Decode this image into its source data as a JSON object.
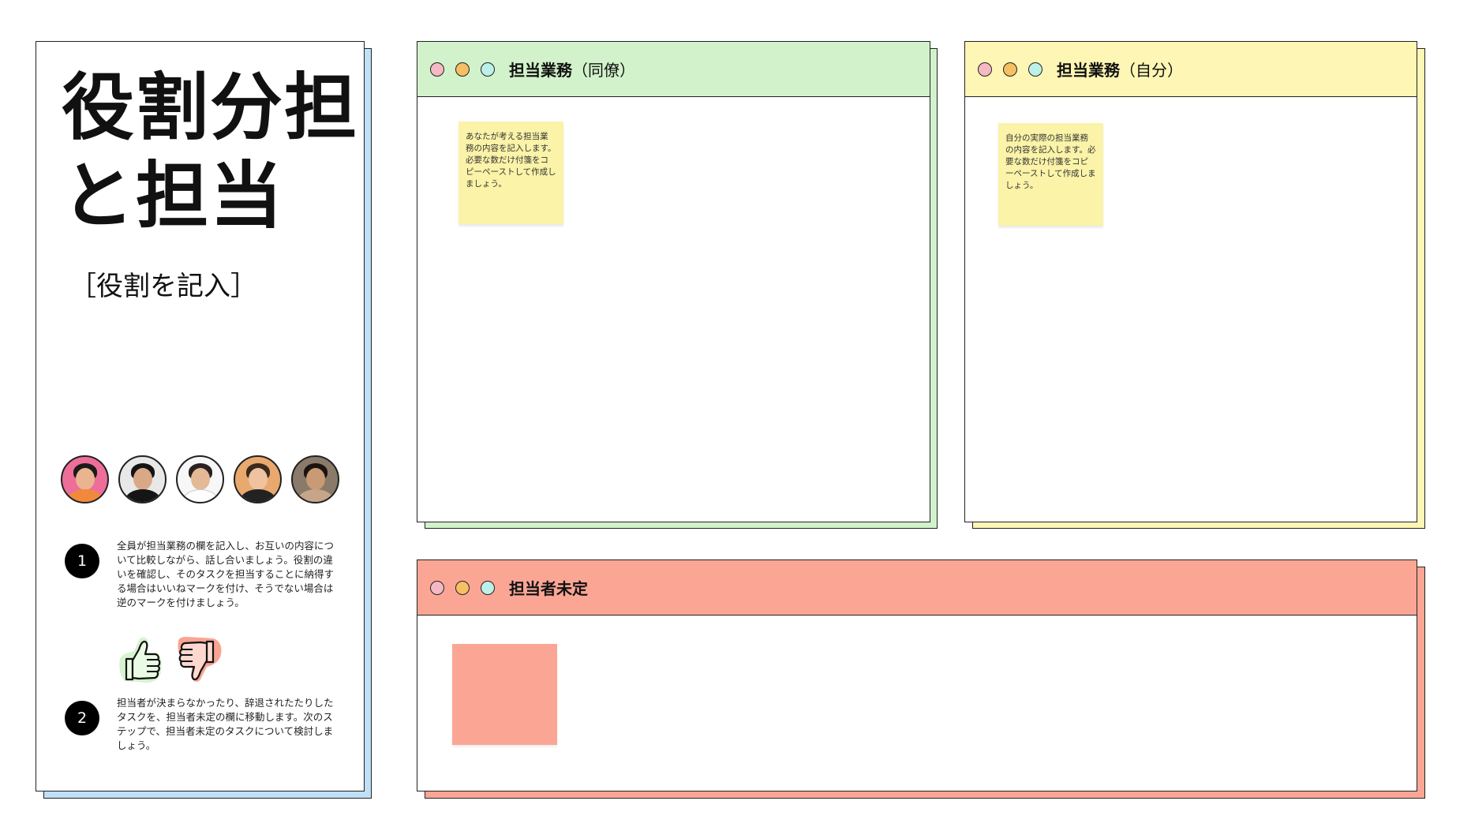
{
  "card": {
    "title_line1": "役割分担",
    "title_line2": "と担当",
    "role_placeholder": "［役割を記入］",
    "steps": [
      {
        "number": "1",
        "text": "全員が担当業務の欄を記入し、お互いの内容について比較しながら、話し合いましょう。役割の違いを確認し、そのタスクを担当することに納得する場合はいいねマークを付け、そうでない場合は逆のマークを付けましょう。"
      },
      {
        "number": "2",
        "text": "担当者が決まらなかったり、辞退されたたりしたタスクを、担当者未定の欄に移動します。次のステップで、担当者未定のタスクについて検討しましょう。"
      }
    ],
    "shadow_color": "#bfe0f7"
  },
  "panels": {
    "colleague": {
      "title": "担当業務",
      "subtitle": "（同僚）",
      "color": "#d2f2cb",
      "sticky_text": "あなたが考える担当業務の内容を記入します。必要な数だけ付箋をコピーペーストして作成しましょう。"
    },
    "self": {
      "title": "担当業務",
      "subtitle": "（自分）",
      "color": "#fdf6b4",
      "sticky_text": "自分の実際の担当業務の内容を記入します。必要な数だけ付箋をコピーペーストして作成しましょう。"
    },
    "unassigned": {
      "title": "担当者未定",
      "color": "#fba695"
    }
  },
  "icons": {
    "thumbs_up": "thumbs-up-icon",
    "thumbs_down": "thumbs-down-icon"
  }
}
